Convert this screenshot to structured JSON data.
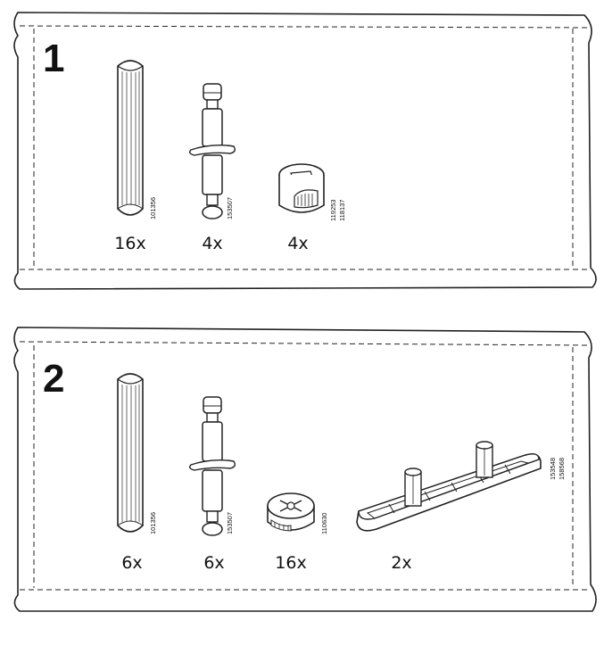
{
  "bags": [
    {
      "step": "1",
      "parts": [
        {
          "icon": "wooden-dowel-icon",
          "qty": "16x",
          "codes": [
            "101356"
          ]
        },
        {
          "icon": "cam-lock-bolt-icon",
          "qty": "4x",
          "codes": [
            "153507"
          ]
        },
        {
          "icon": "cam-lock-nut-icon",
          "qty": "4x",
          "codes": [
            "119253",
            "118137"
          ]
        }
      ]
    },
    {
      "step": "2",
      "parts": [
        {
          "icon": "wooden-dowel-icon",
          "qty": "6x",
          "codes": [
            "101356"
          ]
        },
        {
          "icon": "cam-lock-bolt-icon",
          "qty": "6x",
          "codes": [
            "153507"
          ]
        },
        {
          "icon": "cam-lock-nut-icon",
          "qty": "16x",
          "codes": [
            "110630"
          ]
        },
        {
          "icon": "shelf-support-bracket-icon",
          "qty": "2x",
          "codes": [
            "153548",
            "158568"
          ]
        }
      ]
    }
  ],
  "colors": {
    "line": "#222222",
    "paper": "#ffffff"
  }
}
